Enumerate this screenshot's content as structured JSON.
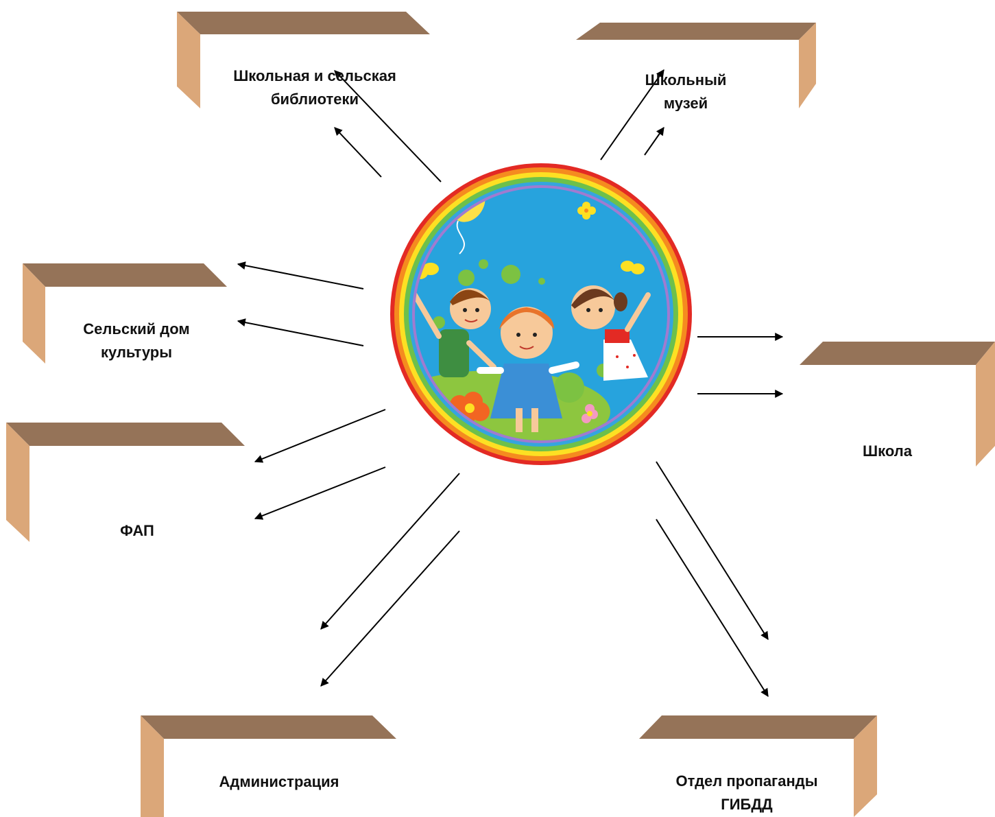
{
  "colors": {
    "box_top": "#957358",
    "box_side": "#dba779",
    "arrow": "#000000",
    "text": "#111111",
    "rainbow": [
      "#e32a24",
      "#f58b1f",
      "#fde023",
      "#6dc04b",
      "#35a5de",
      "#a07bd0"
    ],
    "sky": "#27a3dd"
  },
  "center": {
    "image": "children-circle-illustration"
  },
  "nodes": {
    "library": {
      "lines": [
        "Школьная и сельская",
        "библиотеки"
      ]
    },
    "museum": {
      "lines": [
        "Школьный",
        "музей"
      ]
    },
    "culture_house": {
      "lines": [
        "Сельский дом",
        "культуры"
      ]
    },
    "fap": {
      "lines": [
        "ФАП"
      ]
    },
    "school": {
      "lines": [
        "Школа"
      ]
    },
    "administration": {
      "lines": [
        "Администрация"
      ]
    },
    "gibdd": {
      "lines": [
        "Отдел пропаганды",
        "ГИБДД"
      ]
    }
  }
}
